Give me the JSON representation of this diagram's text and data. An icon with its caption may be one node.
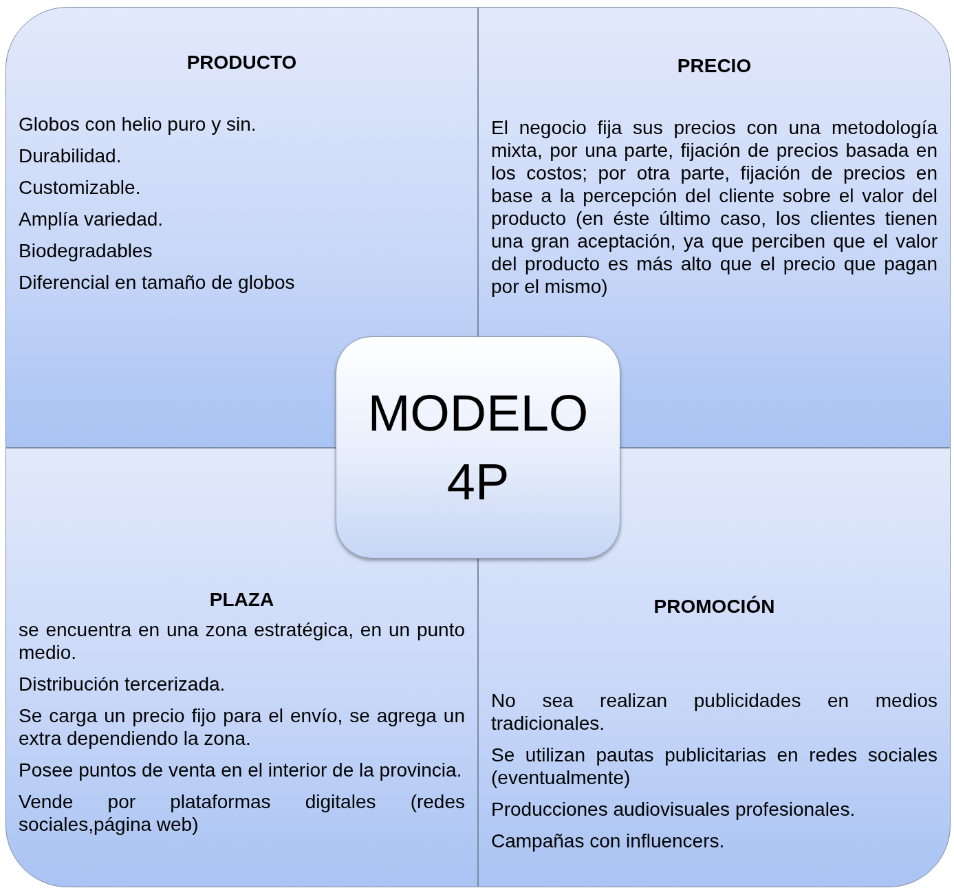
{
  "diagram": {
    "nodes": [
      {
        "text": [
          "PRODUCTO",
          "Globos con helio puro y sin.",
          "Durabilidad.",
          "Customizable.",
          "Amplía variedad.",
          "Biodegradables",
          "Diferencial en tamaño de globos"
        ]
      },
      {
        "text": [
          "PRECIO",
          "El negocio fija sus precios con una metodología mixta, por una parte, fijación de precios basada en los costos; por otra parte, fijación de precios en base a la percepción del cliente sobre el valor del producto (en éste último caso, los clientes tienen una gran aceptación, ya que perciben que el valor del producto es más alto que el precio que pagan por el mismo)"
        ]
      },
      {
        "text": [
          "PLAZA",
          "se encuentra en una zona estratégica, en un punto medio.",
          "Distribución tercerizada.",
          "Se carga un precio fijo para el envío, se agrega un extra dependiendo la zona.",
          "Posee puntos de venta en el interior de la provincia.",
          "Vende por plataformas digitales (redes sociales,página web)"
        ]
      },
      {
        "text": [
          "PROMOCIÓN",
          "No sea realizan publicidades en medios tradicionales.",
          "Se utilizan pautas publicitarias en redes sociales (eventualmente)",
          "Producciones audiovisuales profesionales.",
          "Campañas con influencers."
        ]
      },
      {
        "text": [
          "MODELO 4P"
        ]
      }
    ]
  }
}
